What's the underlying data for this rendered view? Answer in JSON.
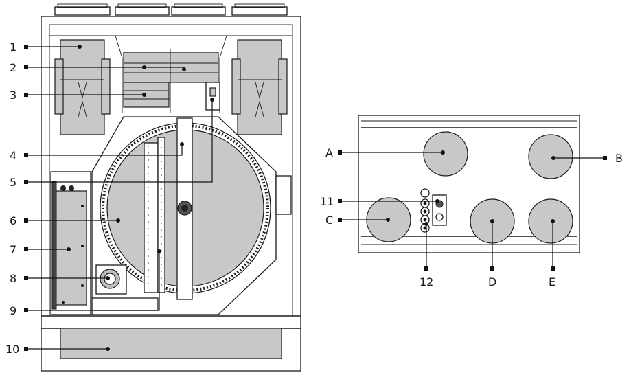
{
  "colors": {
    "line": "#1a1a1a",
    "component_fill": "#c8c8c8",
    "background": "#ffffff"
  },
  "callouts": {
    "left": [
      {
        "id": "c1",
        "label": "1"
      },
      {
        "id": "c2",
        "label": "2"
      },
      {
        "id": "c3",
        "label": "3"
      },
      {
        "id": "c4",
        "label": "4"
      },
      {
        "id": "c5",
        "label": "5"
      },
      {
        "id": "c6",
        "label": "6"
      },
      {
        "id": "c7",
        "label": "7"
      },
      {
        "id": "c8",
        "label": "8"
      },
      {
        "id": "c9",
        "label": "9"
      },
      {
        "id": "c10",
        "label": "10"
      }
    ],
    "right": [
      {
        "id": "cA",
        "label": "A"
      },
      {
        "id": "cB",
        "label": "B"
      },
      {
        "id": "c11",
        "label": "11"
      },
      {
        "id": "cC",
        "label": "C"
      },
      {
        "id": "c12",
        "label": "12"
      },
      {
        "id": "cD",
        "label": "D"
      },
      {
        "id": "cE",
        "label": "E"
      }
    ]
  }
}
